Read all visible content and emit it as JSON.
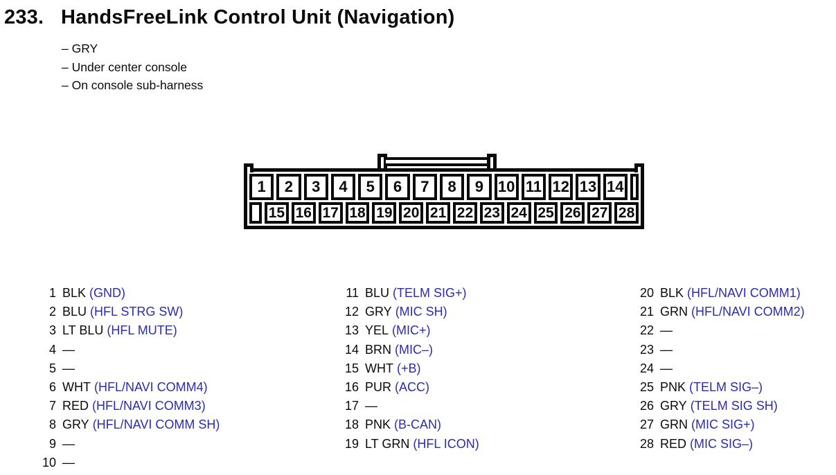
{
  "title": {
    "number": "233.",
    "text": "HandsFreeLink Control Unit (Navigation)"
  },
  "notes": [
    "– GRY",
    "– Under center console",
    "– On console sub-harness"
  ],
  "connector": {
    "top_row_pins": [
      "1",
      "2",
      "3",
      "4",
      "5",
      "6",
      "7",
      "8",
      "9",
      "10",
      "11",
      "12",
      "13",
      "14"
    ],
    "bottom_row_pins": [
      "15",
      "16",
      "17",
      "18",
      "19",
      "20",
      "21",
      "22",
      "23",
      "24",
      "25",
      "26",
      "27",
      "28"
    ]
  },
  "pinout": {
    "columns": [
      [
        {
          "num": "1",
          "wire": "BLK",
          "signal": "(GND)"
        },
        {
          "num": "2",
          "wire": "BLU",
          "signal": "(HFL STRG SW)"
        },
        {
          "num": "3",
          "wire": "LT BLU",
          "signal": "(HFL MUTE)"
        },
        {
          "num": "4",
          "wire": "—",
          "signal": ""
        },
        {
          "num": "5",
          "wire": "—",
          "signal": ""
        },
        {
          "num": "6",
          "wire": "WHT",
          "signal": "(HFL/NAVI COMM4)"
        },
        {
          "num": "7",
          "wire": "RED",
          "signal": "(HFL/NAVI COMM3)"
        },
        {
          "num": "8",
          "wire": "GRY",
          "signal": "(HFL/NAVI COMM SH)"
        },
        {
          "num": "9",
          "wire": "—",
          "signal": ""
        },
        {
          "num": "10",
          "wire": "—",
          "signal": ""
        }
      ],
      [
        {
          "num": "11",
          "wire": "BLU",
          "signal": "(TELM SIG+)"
        },
        {
          "num": "12",
          "wire": "GRY",
          "signal": "(MIC SH)"
        },
        {
          "num": "13",
          "wire": "YEL",
          "signal": "(MIC+)"
        },
        {
          "num": "14",
          "wire": "BRN",
          "signal": "(MIC–)"
        },
        {
          "num": "15",
          "wire": "WHT",
          "signal": "(+B)"
        },
        {
          "num": "16",
          "wire": "PUR",
          "signal": "(ACC)"
        },
        {
          "num": "17",
          "wire": "—",
          "signal": ""
        },
        {
          "num": "18",
          "wire": "PNK",
          "signal": "(B-CAN)"
        },
        {
          "num": "19",
          "wire": "LT GRN",
          "signal": "(HFL ICON)"
        }
      ],
      [
        {
          "num": "20",
          "wire": "BLK",
          "signal": "(HFL/NAVI COMM1)"
        },
        {
          "num": "21",
          "wire": "GRN",
          "signal": "(HFL/NAVI COMM2)"
        },
        {
          "num": "22",
          "wire": "—",
          "signal": ""
        },
        {
          "num": "23",
          "wire": "—",
          "signal": ""
        },
        {
          "num": "24",
          "wire": "—",
          "signal": ""
        },
        {
          "num": "25",
          "wire": "PNK",
          "signal": "(TELM SIG–)"
        },
        {
          "num": "26",
          "wire": "GRY",
          "signal": "(TELM SIG SH)"
        },
        {
          "num": "27",
          "wire": "GRN",
          "signal": "(MIC SIG+)"
        },
        {
          "num": "28",
          "wire": "RED",
          "signal": "(MIC SIG–)"
        }
      ]
    ]
  },
  "colors": {
    "signal_blue": "#2b2bb0",
    "ink_black": "#0a0a0a"
  }
}
